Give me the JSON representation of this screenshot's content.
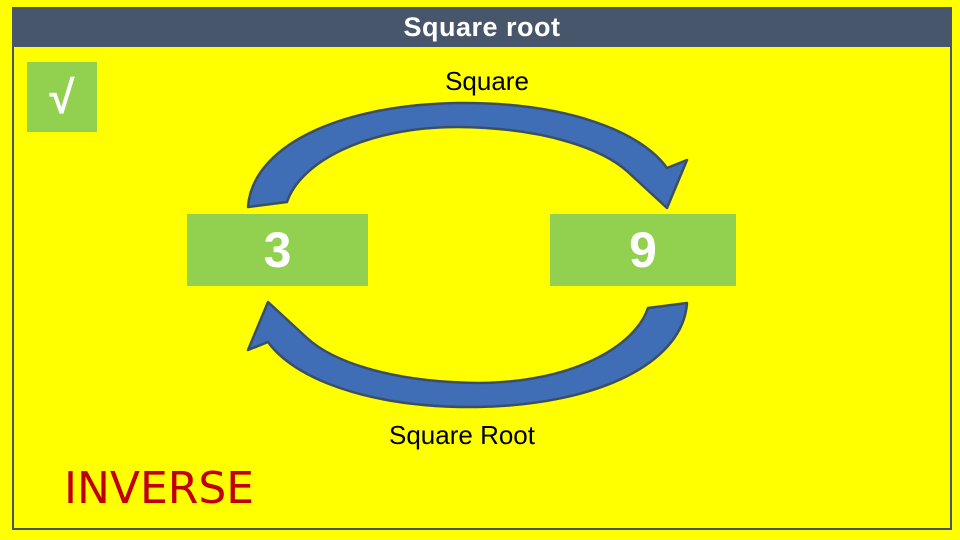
{
  "slide": {
    "header": {
      "title": "Square root"
    },
    "sqrt_box": {
      "symbol": "√"
    },
    "diagram": {
      "top_label": "Square",
      "bottom_label": "Square Root",
      "left_value": "3",
      "right_value": "9",
      "arrows": [
        {
          "name": "square-arrow",
          "from": "3",
          "to": "9",
          "direction": "left-to-right",
          "meaning": "Square"
        },
        {
          "name": "square-root-arrow",
          "from": "9",
          "to": "3",
          "direction": "right-to-left",
          "meaning": "Square Root"
        }
      ]
    },
    "footer": {
      "inverse_label": "INVERSE"
    }
  },
  "colors": {
    "background": "#FFFF00",
    "header_bar": "#47566A",
    "frame_border": "#47566A",
    "box_green": "#92D050",
    "arrow_blue": "#3F6DB6",
    "arrow_outline": "#3A4F66",
    "title_text": "#FFFFFF",
    "label_text": "#000000",
    "value_text": "#FFFFFF",
    "inverse_red": "#C00000"
  }
}
